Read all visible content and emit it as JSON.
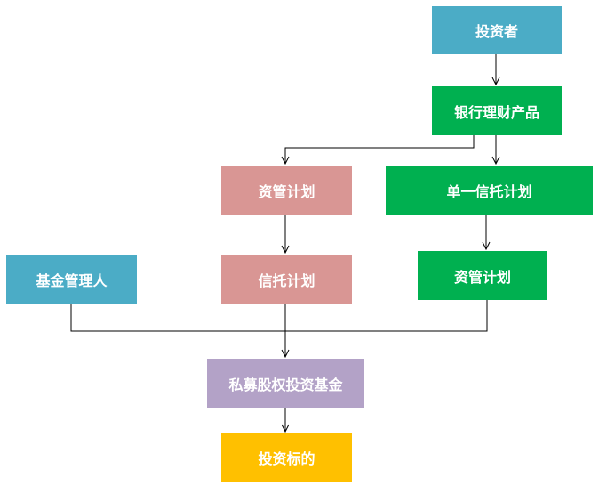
{
  "colors": {
    "teal": "#4bacc6",
    "green": "#00b050",
    "pink": "#d99694",
    "purple": "#b3a2c7",
    "gold": "#ffc000",
    "line": "#000000"
  },
  "nodes": {
    "investor": "投资者",
    "bank_product": "银行理财产品",
    "asset_mgmt_plan_left": "资管计划",
    "single_trust_plan": "单一信托计划",
    "fund_manager": "基金管理人",
    "trust_plan": "信托计划",
    "asset_mgmt_plan_right": "资管计划",
    "private_equity_fund": "私募股权投资基金",
    "investment_target": "投资标的"
  }
}
